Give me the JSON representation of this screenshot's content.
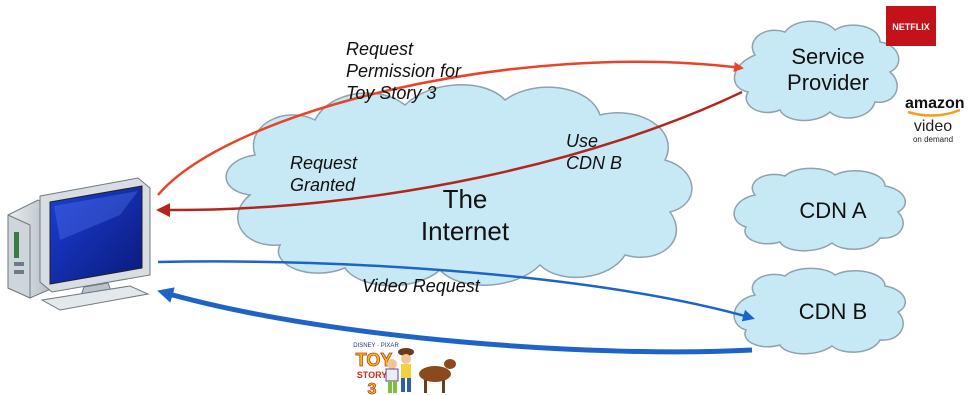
{
  "labels": {
    "request_permission": [
      "Request",
      "Permission for",
      "Toy Story 3"
    ],
    "use_cdn": [
      "Use",
      "CDN B"
    ],
    "request_granted": [
      "Request",
      "Granted"
    ],
    "internet": [
      "The",
      "Internet"
    ],
    "video_request": "Video Request"
  },
  "nodes": {
    "service_provider": [
      "Service",
      "Provider"
    ],
    "cdn_a": "CDN A",
    "cdn_b": "CDN B"
  },
  "logos": {
    "netflix": "NETFLIX",
    "amazon_word": "amazon",
    "amazon_video": "video",
    "amazon_sub": "on demand",
    "toy_top": "DISNEY · PIXAR",
    "toy_word": "TOY",
    "toy_story": "STORY",
    "toy_num": "3"
  },
  "colors": {
    "cloud_fill": "#c7e9f5",
    "cloud_stroke": "#8fa3ad",
    "red_arrow": "#e8442a",
    "dark_red_arrow": "#b3261e",
    "blue_arrow": "#1e64c8"
  }
}
